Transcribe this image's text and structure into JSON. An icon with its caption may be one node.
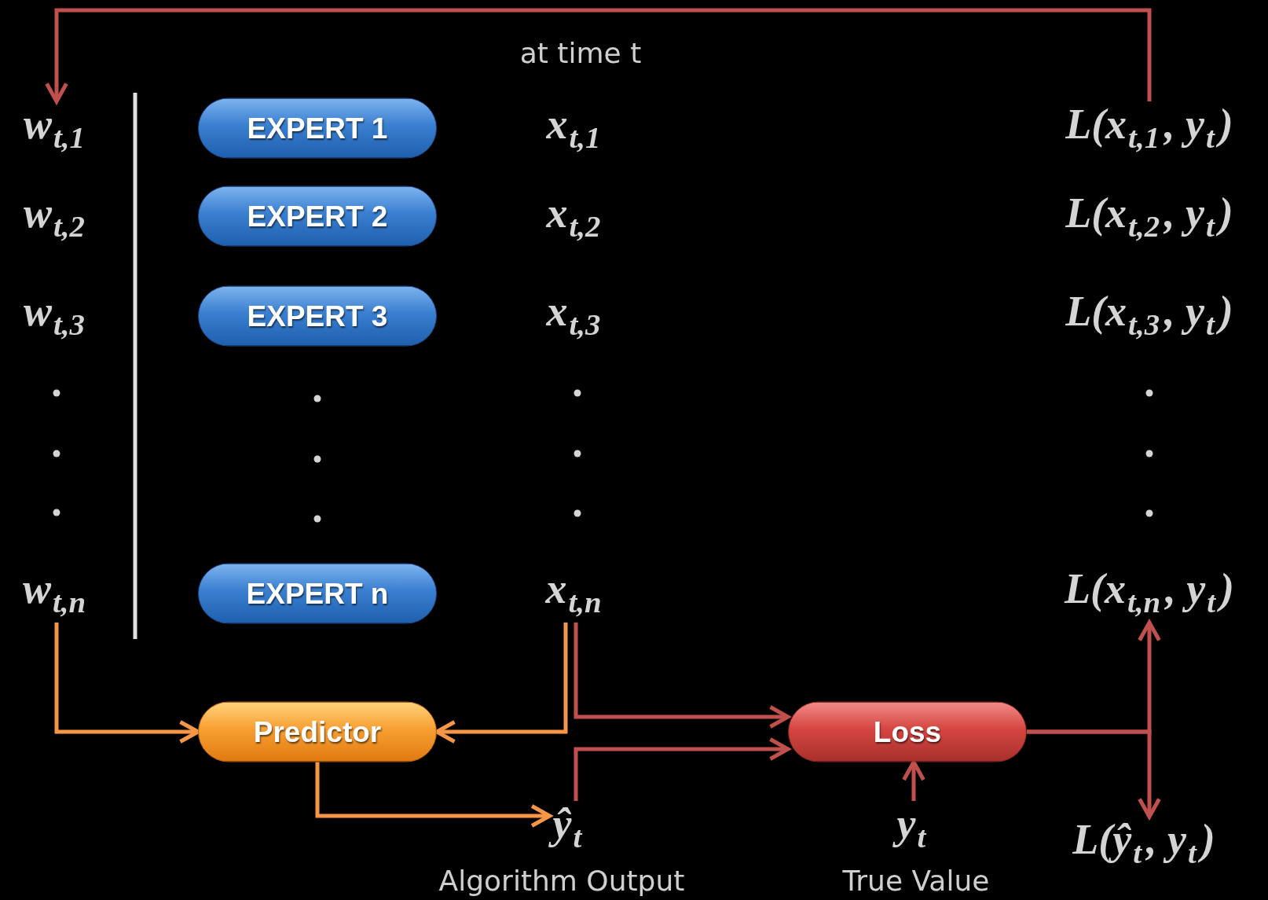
{
  "diagram": {
    "nodes": [
      {
        "text": [
          "w$_{t,1}$"
        ]
      },
      {
        "text": [
          "w$_{t,2}$"
        ]
      },
      {
        "text": [
          "w$_{t,3}$"
        ]
      },
      {
        "text": [
          "w$_{t,n}$"
        ]
      },
      {
        "text": [
          "EXPERT 1"
        ]
      },
      {
        "text": [
          "EXPERT 2"
        ]
      },
      {
        "text": [
          "EXPERT 3"
        ]
      },
      {
        "text": [
          "EXPERT n"
        ]
      },
      {
        "text": [
          "x$_{t,1}$"
        ]
      },
      {
        "text": [
          "x$_{t,2}$"
        ]
      },
      {
        "text": [
          "x$_{t,3}$"
        ]
      },
      {
        "text": [
          "x$_{t,n}$"
        ]
      },
      {
        "text": [
          "L(x$_{t,1}$, y$_{t}$)"
        ]
      },
      {
        "text": [
          "L(x$_{t,2}$, y$_{t}$)"
        ]
      },
      {
        "text": [
          "L(x$_{t,3}$, y$_{t}$)"
        ]
      },
      {
        "text": [
          "L(x$_{t,n}$, y$_{t}$)"
        ]
      },
      {
        "text": [
          "Predictor"
        ]
      },
      {
        "text": [
          "Loss"
        ]
      },
      {
        "text": [
          "ŷ$_{t}$"
        ],
        "beside": [
          "Algorithm Output"
        ]
      },
      {
        "text": [
          "y$_{t}$"
        ],
        "beside": [
          "True Value"
        ]
      },
      {
        "text": [
          "L(ŷ$_{t}$, y$_{t}$)"
        ]
      }
    ],
    "edges": [
      {
        "from": 12,
        "to": 0,
        "arrow": "to",
        "label": "at time t",
        "color": "#c0504d"
      },
      {
        "from": 3,
        "to": 16,
        "arrow": "to",
        "color": "#f79646"
      },
      {
        "from": 11,
        "to": 16,
        "arrow": "to",
        "color": "#f79646"
      },
      {
        "from": 16,
        "to": 18,
        "arrow": "to",
        "color": "#f79646"
      },
      {
        "from": 11,
        "to": 17,
        "arrow": "to",
        "color": "#c0504d"
      },
      {
        "from": 18,
        "to": 17,
        "arrow": "to",
        "color": "#c0504d"
      },
      {
        "from": 19,
        "to": 17,
        "arrow": "to",
        "color": "#c0504d"
      },
      {
        "from": 17,
        "to": 15,
        "arrow": "to",
        "color": "#c0504d"
      },
      {
        "from": 17,
        "to": 20,
        "arrow": "to",
        "color": "#c0504d"
      }
    ]
  }
}
